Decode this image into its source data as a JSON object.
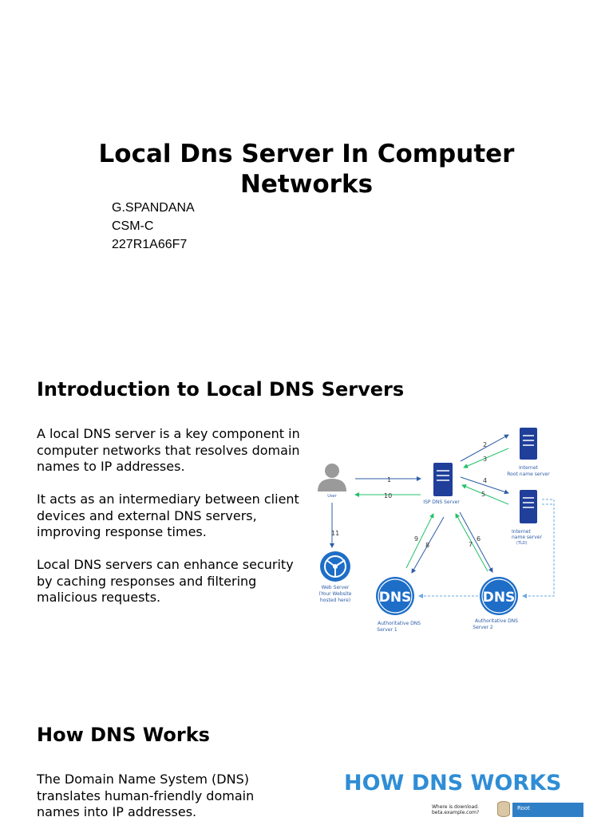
{
  "slide1": {
    "title": "Local Dns Server In Computer Networks",
    "author_lines": [
      "G.SPANDANA",
      "CSM-C",
      "227R1A66F7"
    ]
  },
  "slide2": {
    "heading": "Introduction to Local DNS Servers",
    "paragraphs": [
      "A local DNS server is a key component in computer networks that resolves domain names to IP addresses.",
      "It acts as an intermediary between client devices and external DNS servers, improving response times.",
      "Local DNS servers can enhance security by caching responses and filtering malicious requests."
    ],
    "diagram": {
      "user_label": "User",
      "isp_label": "ISP DNS Server",
      "root_label": [
        "Internet",
        "Root name server"
      ],
      "tld_label": [
        "Internet",
        "name server",
        "(TLD)"
      ],
      "web_label": [
        "Web Server",
        "(Your Website",
        "hosted here)"
      ],
      "auth1_label": [
        "Authoritative DNS",
        "Server 1"
      ],
      "auth2_label": [
        "Authoritative DNS",
        "Server 2"
      ],
      "dns_text": "DNS",
      "step_numbers": [
        "1",
        "2",
        "3",
        "4",
        "5",
        "6",
        "7",
        "8",
        "9",
        "10",
        "11"
      ],
      "colors": {
        "blue_arrow": "#2e5da8",
        "green_arrow": "#22c06a",
        "server_blue": "#1f3f9a",
        "dns_blue": "#1e6ec8",
        "user_gray": "#9a9a9a",
        "dashed_blue": "#6aa7e0"
      },
      "icons": [
        "user-icon",
        "server-icon",
        "globe-network-icon",
        "dns-globe-icon"
      ]
    }
  },
  "slide3": {
    "heading": "How DNS Works",
    "paragraph": "The Domain Name System (DNS) translates human-friendly domain names into IP addresses.",
    "image": {
      "title": "HOW DNS WORKS",
      "question_lines": [
        "Where is download.",
        "beta.example.com?"
      ],
      "root_label": "Root"
    }
  }
}
